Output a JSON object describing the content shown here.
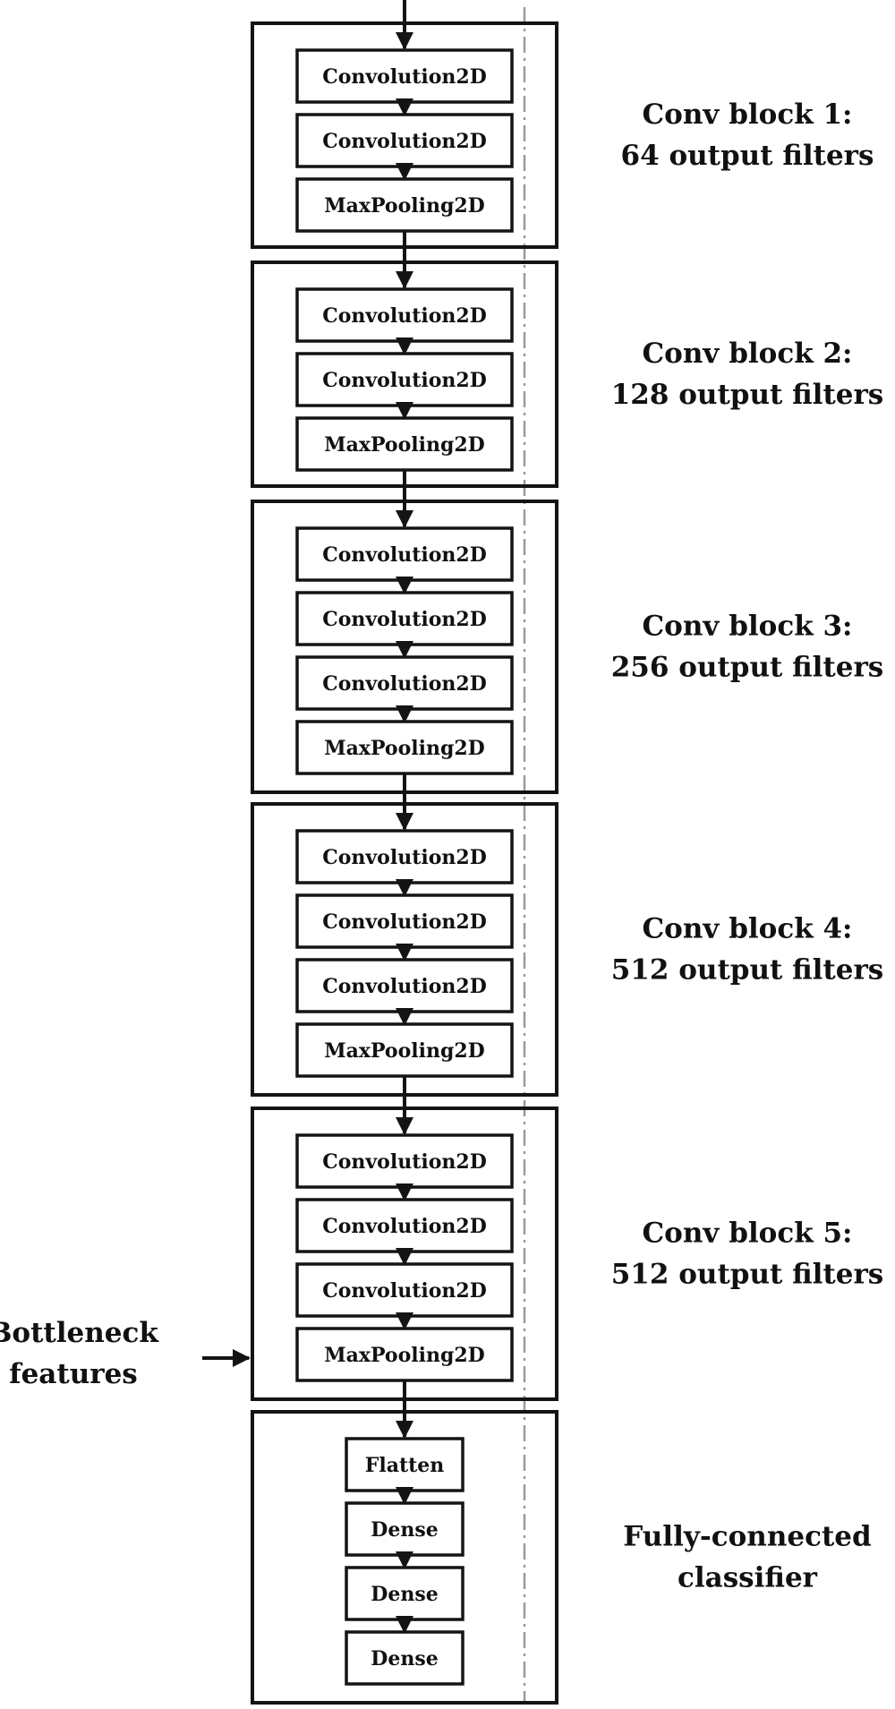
{
  "diagram": {
    "blocks": [
      {
        "caption": [
          "Conv block 1:",
          "64 output filters"
        ],
        "layers": [
          "Convolution2D",
          "Convolution2D",
          "MaxPooling2D"
        ]
      },
      {
        "caption": [
          "Conv block 2:",
          "128 output filters"
        ],
        "layers": [
          "Convolution2D",
          "Convolution2D",
          "MaxPooling2D"
        ]
      },
      {
        "caption": [
          "Conv block 3:",
          "256 output filters"
        ],
        "layers": [
          "Convolution2D",
          "Convolution2D",
          "Convolution2D",
          "MaxPooling2D"
        ]
      },
      {
        "caption": [
          "Conv block 4:",
          "512 output filters"
        ],
        "layers": [
          "Convolution2D",
          "Convolution2D",
          "Convolution2D",
          "MaxPooling2D"
        ]
      },
      {
        "caption": [
          "Conv block 5:",
          "512 output filters"
        ],
        "layers": [
          "Convolution2D",
          "Convolution2D",
          "Convolution2D",
          "MaxPooling2D"
        ]
      },
      {
        "caption": [
          "Fully-connected",
          "classifier"
        ],
        "layers": [
          "Flatten",
          "Dense",
          "Dense",
          "Dense"
        ]
      }
    ],
    "side_note": {
      "lines": [
        "Bottleneck",
        "features"
      ]
    }
  },
  "colors": {
    "stroke": "#141414",
    "guide": "#9a9a9a",
    "background": "#ffffff"
  }
}
